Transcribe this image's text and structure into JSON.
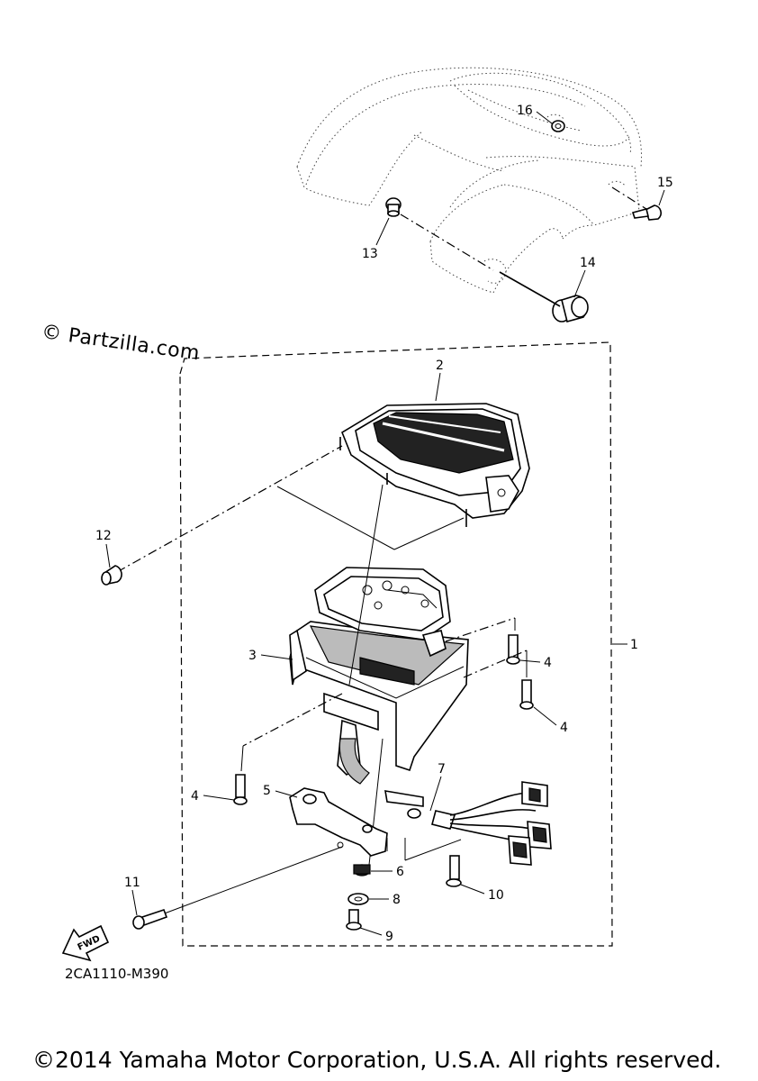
{
  "watermark": "© Partzilla.com",
  "drawing_code": "2CA1110-M390",
  "copyright": "©2014 Yamaha Motor Corporation, U.S.A. All rights reserved.",
  "fwd_label": "FWD",
  "callouts": {
    "c1": "1",
    "c2": "2",
    "c3": "3",
    "c4a": "4",
    "c4b": "4",
    "c4c": "4",
    "c5": "5",
    "c6": "6",
    "c7": "7",
    "c8": "8",
    "c9": "9",
    "c10": "10",
    "c11": "11",
    "c12": "12",
    "c13": "13",
    "c14": "14",
    "c15": "15",
    "c16": "16"
  }
}
